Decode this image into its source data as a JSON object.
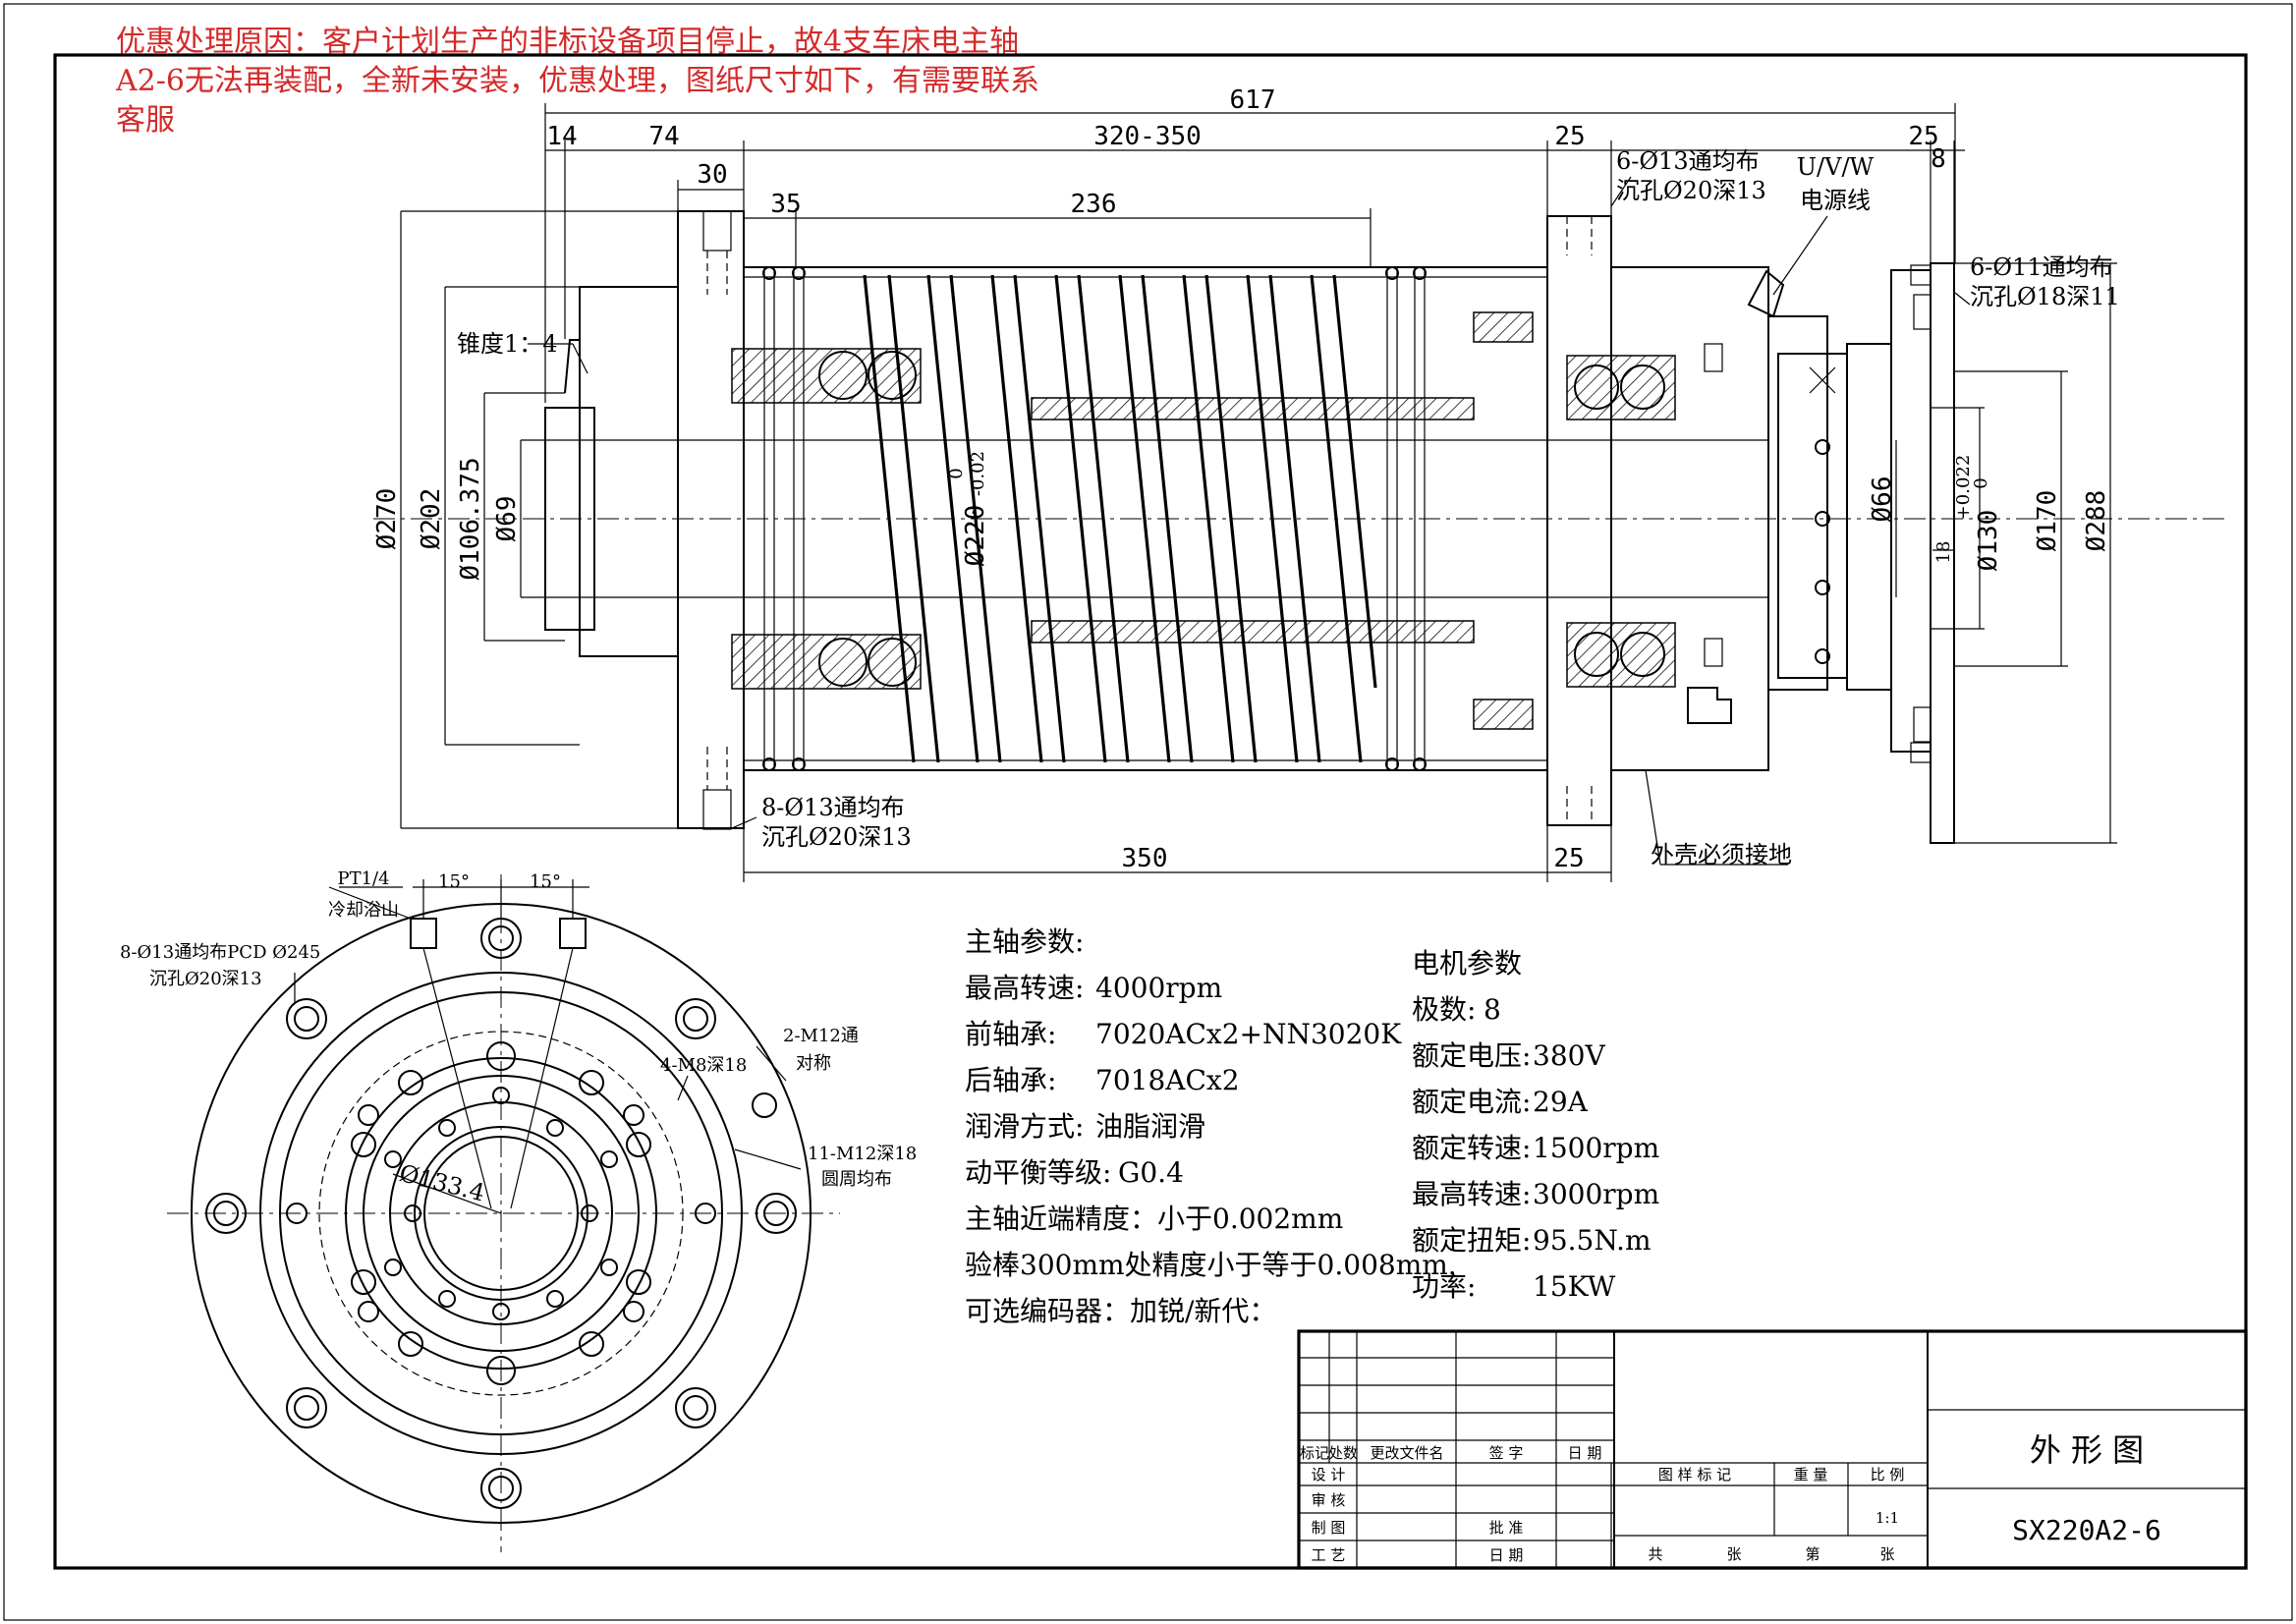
{
  "notice": {
    "line1": "优惠处理原因：客户计划生产的非标设备项目停止，故4支车床电主轴",
    "line2": "A2-6无法再装配，全新未安装，优惠处理，图纸尺寸如下，有需要联系",
    "line3": "客服",
    "color": "#d42a2a"
  },
  "side_view": {
    "dims": {
      "overall": "617",
      "d14": "14",
      "d74": "74",
      "d320_350": "320-350",
      "d25_top": "25",
      "d25_right": "25",
      "d8": "8",
      "d30": "30",
      "d35": "35",
      "d236": "236",
      "d350": "350",
      "d25_bottom": "25",
      "dia270": "Ø270",
      "dia202": "Ø202",
      "dia106": "Ø106.375",
      "dia69": "Ø69",
      "dia220": "Ø220",
      "dia220_tol_upper": "0",
      "dia220_tol_lower": "-0.02",
      "dia66": "Ø66",
      "dia130": "Ø130",
      "dia130_tol_upper": "+0.022",
      "dia130_tol_lower": "0",
      "dia170": "Ø170",
      "dia288": "Ø288",
      "d18": "18"
    },
    "notes": {
      "taper": "锥度1：4",
      "holes_top_1": "6-Ø13通均布",
      "holes_top_2": "沉孔Ø20深13",
      "power_1": "U/V/W",
      "power_2": "电源线",
      "holes_right_1": "6-Ø11通均布",
      "holes_right_2": "沉孔Ø18深11",
      "holes_bottom_1": "8-Ø13通均布",
      "holes_bottom_2": "沉孔Ø20深13",
      "ground": "外壳必须接地"
    }
  },
  "end_view": {
    "notes": {
      "pt": "PT1/4",
      "cooling": "冷却浴山",
      "angle1": "15°",
      "angle2": "15°",
      "pcd_1": "8-Ø13通均布PCD Ø245",
      "pcd_2": "沉孔Ø20深13",
      "m12_1": "2-M12通",
      "m12_2": "对称",
      "m8": "4-M8深18",
      "m12b_1": "11-M12深18",
      "m12b_2": "圆周均布",
      "dia133": "Ø133.4"
    }
  },
  "spindle_params": {
    "title": "主轴参数:",
    "rows": [
      {
        "label": "最高转速:",
        "value": "4000rpm"
      },
      {
        "label": "前轴承:",
        "value": "7020ACx2+NN3020K"
      },
      {
        "label": "后轴承:",
        "value": "7018ACx2"
      },
      {
        "label": "润滑方式:",
        "value": "油脂润滑"
      },
      {
        "label": "动平衡等级:",
        "value": "G0.4"
      }
    ],
    "line_precision": "主轴近端精度：小于0.002mm",
    "line_test_bar": "验棒300mm处精度小于等于0.008mm.",
    "line_encoder": "可选编码器：加锐/新代："
  },
  "motor_params": {
    "title": "电机参数",
    "rows": [
      {
        "label": "极数:",
        "value": "8"
      },
      {
        "label": "额定电压:",
        "value": "380V"
      },
      {
        "label": "额定电流:",
        "value": "29A"
      },
      {
        "label": "额定转速:",
        "value": "1500rpm"
      },
      {
        "label": "最高转速:",
        "value": "3000rpm"
      },
      {
        "label": "额定扭矩:",
        "value": "95.5N.m"
      },
      {
        "label": "功率:",
        "value": "15KW"
      }
    ]
  },
  "title_block": {
    "headers": [
      "标记",
      "处数",
      "更改文件名",
      "签 字",
      "日 期"
    ],
    "roles": [
      "设 计",
      "审 核",
      "制 图",
      "工 艺"
    ],
    "approve": "批 准",
    "date": "日 期",
    "drawing_mark": "图 样 标 记",
    "weight": "重 量",
    "scale": "比 例",
    "scale_value": "1:1",
    "total_sheets": "共",
    "sheets": "张",
    "sheet_no": "第",
    "sheet_no_suffix": "张",
    "drawing_title": "外 形 图",
    "drawing_number": "SX220A2-6"
  }
}
